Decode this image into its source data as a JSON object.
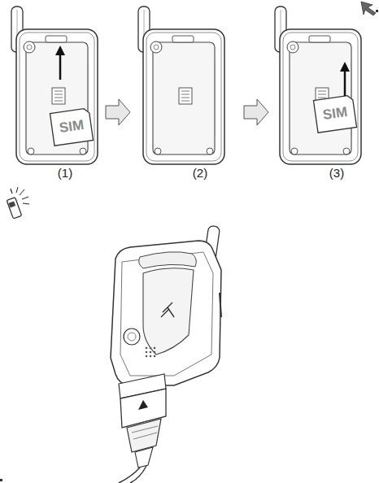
{
  "diagram": {
    "labels": [
      "SIM",
      "(1)",
      "(2)",
      "SIM",
      "(3)"
    ]
  }
}
